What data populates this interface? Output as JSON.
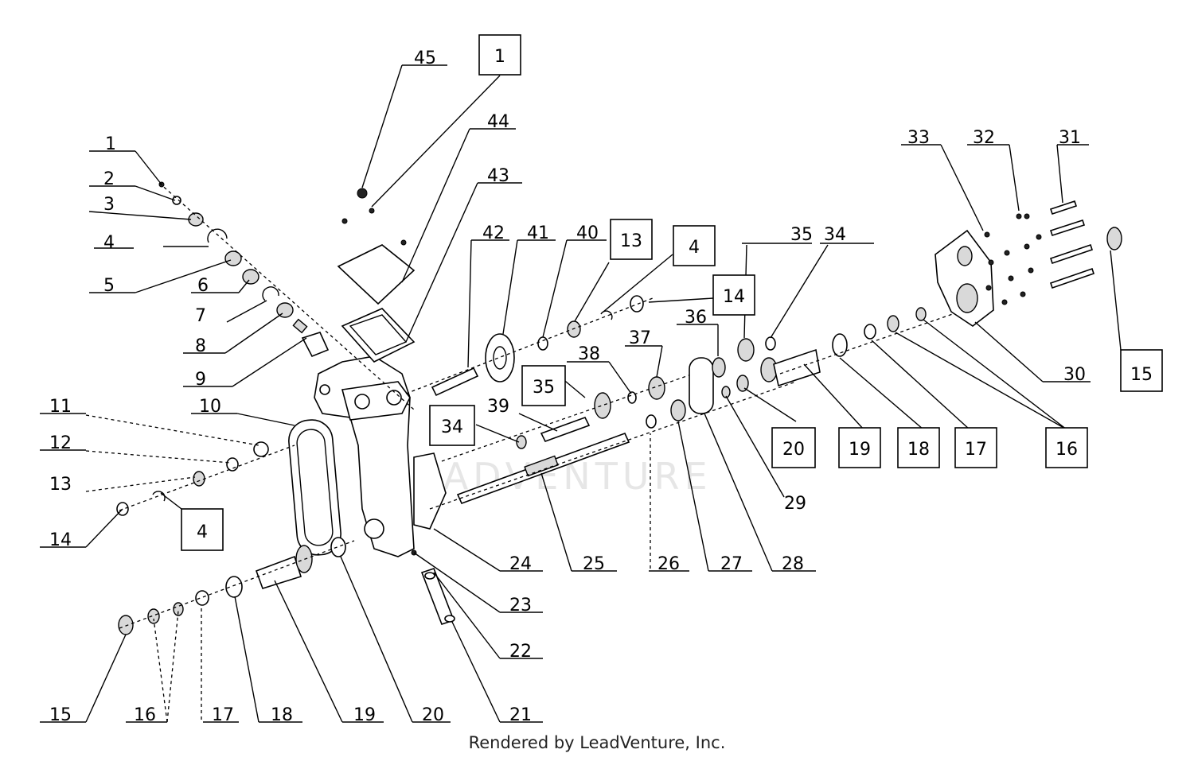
{
  "footer": {
    "credit": "Rendered by LeadVenture, Inc."
  },
  "watermark": {
    "text": "LEADVENTURE"
  },
  "callouts": {
    "c45": "45",
    "c44": "44",
    "c43": "43",
    "c42": "42",
    "c41": "41",
    "c40": "40",
    "c1": "1",
    "c2": "2",
    "c3": "3",
    "c4": "4",
    "c5": "5",
    "c6": "6",
    "c7": "7",
    "c8": "8",
    "c9": "9",
    "c10": "10",
    "c11": "11",
    "c12": "12",
    "c13": "13",
    "c14": "14",
    "c15": "15",
    "c16": "16",
    "c17": "17",
    "c18": "18",
    "c19": "19",
    "c20": "20",
    "c21": "21",
    "c22": "22",
    "c23": "23",
    "c24": "24",
    "c25": "25",
    "c26": "26",
    "c27": "27",
    "c28": "28",
    "c29": "29",
    "c30": "30",
    "c31": "31",
    "c32": "32",
    "c33": "33",
    "c34": "34",
    "c35": "35",
    "c36": "36",
    "c37": "37",
    "c38": "38",
    "c39": "39"
  },
  "boxed_callouts": {
    "b1": "1",
    "b13": "13",
    "b4top": "4",
    "b14": "14",
    "b15": "15",
    "b16": "16",
    "b17": "17",
    "b18": "18",
    "b19": "19",
    "b20": "20",
    "b35": "35",
    "b34": "34",
    "b4left": "4"
  }
}
